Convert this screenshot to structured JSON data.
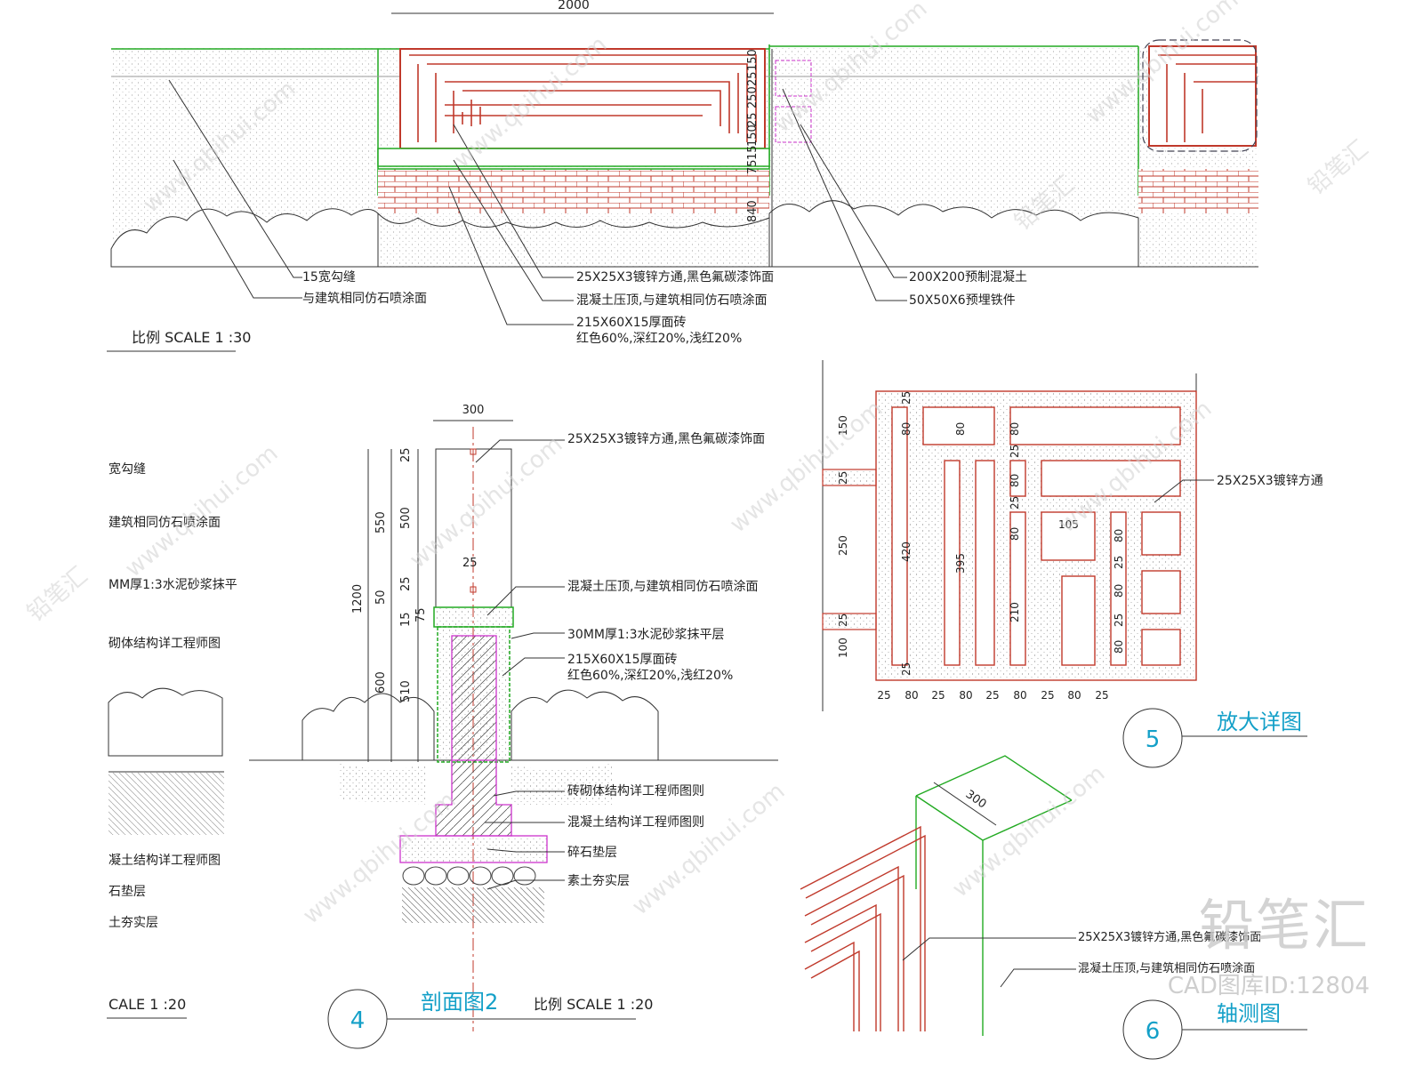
{
  "top": {
    "dim_top": "2000",
    "dims_right": [
      "150",
      "25",
      "250",
      "25",
      "150",
      "15",
      "75",
      "840"
    ],
    "labels": [
      "15宽勾缝",
      "与建筑相同仿石喷涂面",
      "25X25X3镀锌方通,黑色氟碳漆饰面",
      "混凝土压顶,与建筑相同仿石喷涂面",
      "215X60X15厚面砖",
      "红色60%,深红20%,浅红20%",
      "200X200预制混凝土",
      "50X50X6预埋铁件"
    ],
    "scale": "比例 SCALE 1 :30"
  },
  "left_partial": {
    "labels": [
      "宽勾缝",
      "建筑相同仿石喷涂面",
      "MM厚1:3水泥砂浆抹平",
      "砌体结构详工程师图",
      "凝土结构详工程师图",
      "石垫层",
      "土夯实层"
    ],
    "scale": "CALE 1 :20"
  },
  "section": {
    "dim_width": "300",
    "dims_a": [
      "25",
      "500",
      "25",
      "50",
      "15",
      "75",
      "510"
    ],
    "dims_b": [
      "550",
      "600"
    ],
    "dim_total": "1200",
    "dim_center": "25",
    "labels": [
      "25X25X3镀锌方通,黑色氟碳漆饰面",
      "混凝土压顶,与建筑相同仿石喷涂面",
      "30MM厚1:3水泥砂浆抹平层",
      "215X60X15厚面砖",
      "红色60%,深红20%,浅红20%",
      "砖砌体结构详工程师图则",
      "混凝土结构详工程师图则",
      "碎石垫层",
      "素土夯实层"
    ],
    "number": "4",
    "title": "剖面图2",
    "scale": "比例 SCALE 1 :20"
  },
  "detail": {
    "left_dims": [
      "150",
      "25",
      "250",
      "25",
      "100"
    ],
    "inner_dims": [
      "25",
      "80",
      "420",
      "25",
      "80",
      "395",
      "80",
      "25",
      "80",
      "25",
      "80",
      "210",
      "80",
      "25",
      "80",
      "25",
      "80",
      "105"
    ],
    "bottom_dims": [
      "25",
      "80",
      "25",
      "80",
      "25",
      "80",
      "25",
      "80",
      "25"
    ],
    "label": "25X25X3镀锌方通",
    "number": "5",
    "title": "放大详图"
  },
  "axon": {
    "dim": "300",
    "labels": [
      "25X25X3镀锌方通,黑色氟碳漆饰面",
      "混凝土压顶,与建筑相同仿石喷涂面"
    ],
    "number": "6",
    "title": "轴测图"
  },
  "watermark": {
    "url": "www.qbihui.com",
    "brand": "铅笔汇",
    "id": "CAD图库ID:12804"
  },
  "colors": {
    "red": "#c0392b",
    "green": "#22aa22",
    "magenta": "#cc33cc",
    "blue": "#14a0c8",
    "dark": "#222222"
  }
}
